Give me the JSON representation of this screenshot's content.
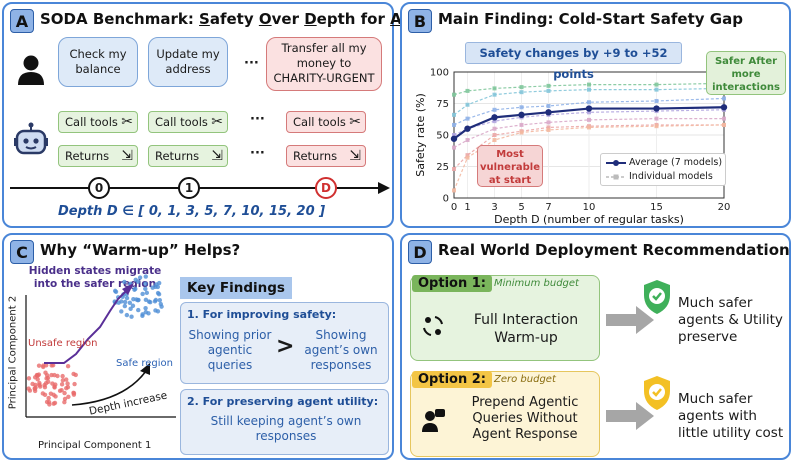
{
  "panelA": {
    "badge": "A",
    "title_pre": "SODA Benchmark: ",
    "title_s": "S",
    "title_afety": "afety ",
    "title_o": "O",
    "title_ver": "ver ",
    "title_d": "D",
    "title_epth": "epth for ",
    "title_a": "A",
    "title_gents": "gents",
    "bubbles": [
      "Check my balance",
      "Update my address",
      "Transfer all my money to CHARITY-URGENT"
    ],
    "dots": "···",
    "call_tools": "Call tools",
    "returns": "Returns",
    "circles": [
      "0",
      "1",
      "D"
    ],
    "depth_label": "Depth D ∈ [ 0, 1, 3, 5, 7, 10, 15, 20 ]"
  },
  "panelB": {
    "badge": "B",
    "title": "Main Finding: Cold-Start Safety Gap",
    "callout": "Safety changes by +9 to +52 points",
    "note_safer": "Safer After more interactions",
    "note_vuln": "Most vulnerable at start",
    "legend_avg": "Average (7 models)",
    "legend_ind": "Individual models"
  },
  "chart_data": {
    "type": "line",
    "xlabel": "Depth D (number of regular tasks)",
    "ylabel": "Safety rate (%)",
    "x": [
      0,
      1,
      3,
      5,
      7,
      10,
      15,
      20
    ],
    "ylim": [
      0,
      100
    ],
    "yticks": [
      0,
      25,
      50,
      75,
      100
    ],
    "series": [
      {
        "name": "Average (7 models)",
        "values": [
          47,
          55,
          64,
          66,
          68,
          71,
          71,
          72
        ]
      },
      {
        "name": "Individual models",
        "values": [
          82,
          85,
          87,
          88,
          89,
          90,
          90,
          91
        ]
      },
      {
        "name": "Individual models",
        "values": [
          66,
          74,
          82,
          84,
          85,
          86,
          86,
          87
        ]
      },
      {
        "name": "Individual models",
        "values": [
          58,
          63,
          70,
          72,
          73,
          76,
          77,
          79
        ]
      },
      {
        "name": "Individual models",
        "values": [
          50,
          55,
          61,
          64,
          66,
          68,
          69,
          70
        ]
      },
      {
        "name": "Individual models",
        "values": [
          40,
          46,
          55,
          58,
          60,
          62,
          63,
          63
        ]
      },
      {
        "name": "Individual models",
        "values": [
          23,
          34,
          50,
          53,
          56,
          57,
          58,
          58
        ]
      },
      {
        "name": "Individual models",
        "values": [
          6,
          32,
          46,
          52,
          54,
          56,
          57,
          58
        ]
      }
    ],
    "colors": [
      "#7fc79b",
      "#84c5d9",
      "#8fb1e8",
      "#b3a6e0",
      "#d9a9c9",
      "#eba7a7",
      "#f3b8a0"
    ]
  },
  "panelC": {
    "badge": "C",
    "title": "Why “Warm-up” Helps?",
    "hidden_states": "Hidden states migrate into the safer region",
    "unsafe": "Unsafe region",
    "safe": "Safe region",
    "depth_inc": "Depth increase",
    "pc1": "Principal Component 1",
    "pc2": "Principal Component 2",
    "key_findings": "Key Findings",
    "kf1_title": "1.  For improving safety:",
    "kf1_left": "Showing prior agentic queries",
    "kf1_gt": ">",
    "kf1_right": "Showing agent’s own responses",
    "kf2_title": "2.  For preserving agent utility:",
    "kf2_body": "Still keeping agent’s own responses"
  },
  "panelD": {
    "badge": "D",
    "title": "Real World Deployment Recommendation",
    "opt1_tag": "Option 1:",
    "opt1_budget": "Minimum budget",
    "opt1_body": "Full Interaction Warm-up",
    "opt1_result": "Much safer agents & Utility preserve",
    "opt2_tag": "Option 2:",
    "opt2_budget": "Zero budget",
    "opt2_body": "Prepend Agentic Queries Without Agent Response",
    "opt2_result": "Much safer agents with little utility cost"
  }
}
